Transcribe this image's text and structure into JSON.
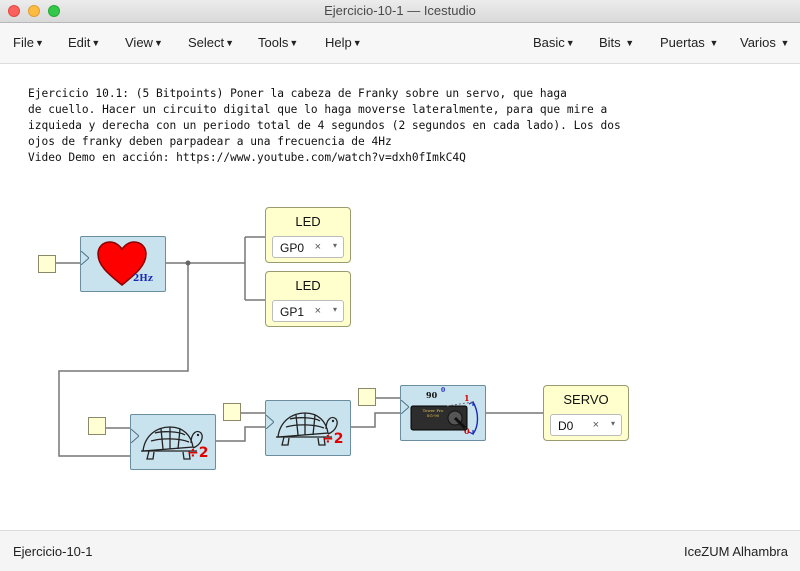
{
  "window": {
    "title": "Ejercicio-10-1 — Icestudio"
  },
  "menubar": {
    "left": [
      {
        "label": "File"
      },
      {
        "label": "Edit"
      },
      {
        "label": "View"
      },
      {
        "label": "Select"
      },
      {
        "label": "Tools"
      },
      {
        "label": "Help"
      }
    ],
    "right": [
      {
        "label": "Basic"
      },
      {
        "label": "Bits"
      },
      {
        "label": "Puertas"
      },
      {
        "label": "Varios"
      }
    ]
  },
  "description": {
    "lines": [
      "Ejercicio 10.1: (5 Bitpoints) Poner la cabeza de Franky sobre un servo, que haga",
      "de cuello. Hacer un circuito digital que lo haga moverse lateralmente, para que mire a",
      "izquieda y derecha con un periodo total de 4 segundos (2 segundos en cada lado). Los dos",
      "ojos de franky deben parpadear a una frecuencia de 4Hz",
      "",
      "Video Demo en acción: https://www.youtube.com/watch?v=dxh0fImkC4Q"
    ]
  },
  "blocks": {
    "heart": {
      "label": "2Hz",
      "color": "#ff0000"
    },
    "turtle1": {
      "label": "÷2"
    },
    "turtle2": {
      "label": "÷2"
    },
    "servo_ctrl": {
      "angle": "90",
      "degree": "0",
      "upper": "1",
      "lower": "0",
      "chip": "Tower Pro SG-90"
    }
  },
  "outputs": {
    "led1": {
      "title": "LED",
      "value": "GP0",
      "clear": "×",
      "arrow": "▾"
    },
    "led2": {
      "title": "LED",
      "value": "GP1",
      "clear": "×",
      "arrow": "▾"
    },
    "servo": {
      "title": "SERVO",
      "value": "D0",
      "clear": "×",
      "arrow": "▾"
    }
  },
  "status": {
    "left": "Ejercicio-10-1",
    "right": "IceZUM Alhambra"
  },
  "colors": {
    "block_fill": "#c9e3ee",
    "io_fill": "#ffffcd",
    "wire": "#777777"
  }
}
